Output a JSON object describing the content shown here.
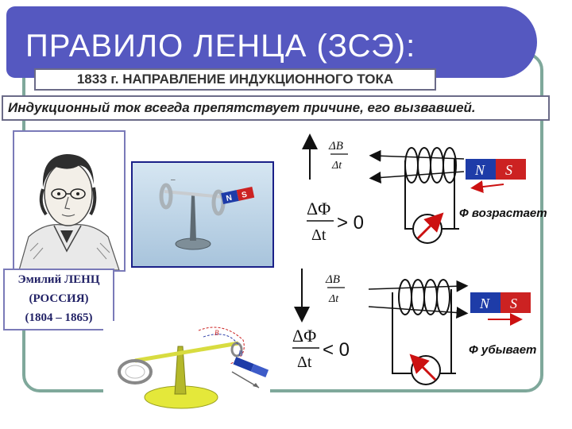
{
  "title": "ПРАВИЛО ЛЕНЦА (ЗСЭ):",
  "subtitle": "1833 г. НАПРАВЛЕНИЕ ИНДУКЦИОННОГО ТОКА",
  "rule": "Индукционный ток всегда препятствует  причине, его вызвавшей.",
  "portrait_caption": {
    "name": "Эмилий ЛЕНЦ",
    "country": "(РОССИЯ)",
    "years": "(1804 – 1865)"
  },
  "magnet_poles": {
    "north": "N",
    "south": "S"
  },
  "diagram_top": {
    "rate_label": "ΔB/Δt",
    "flux_condition": "ΔΦ/Δt > 0",
    "flux_state": "Ф  возрастает"
  },
  "diagram_bottom": {
    "rate_label": "ΔB/Δt",
    "flux_condition": "ΔΦ/Δt < 0",
    "flux_state": "Ф  убывает"
  },
  "colors": {
    "title_bg": "#5558c0",
    "frame": "#7fa89b",
    "magnet_blue": "#1e3ca8",
    "magnet_red": "#cc2222",
    "arrow_red": "#cc1111"
  }
}
